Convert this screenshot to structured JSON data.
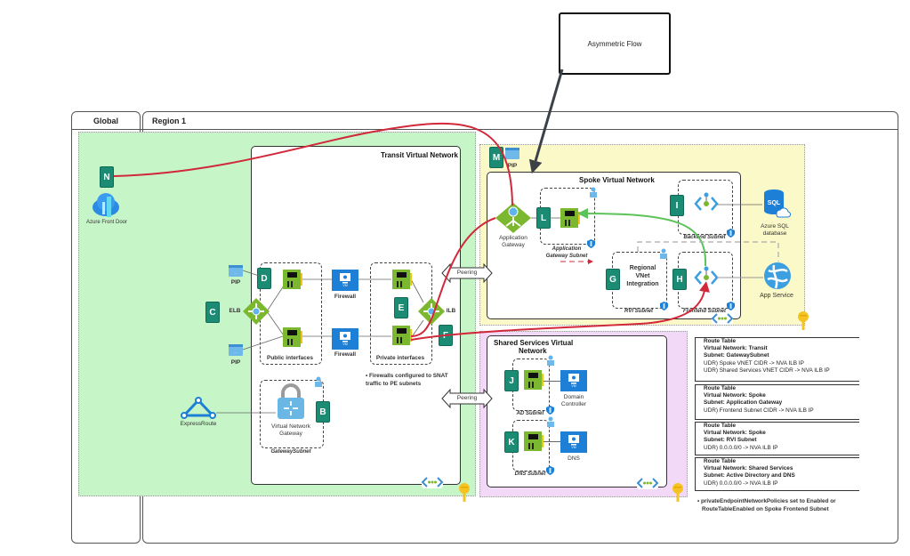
{
  "callout": {
    "text": "Asymmetric Flow"
  },
  "tabs": {
    "global": "Global",
    "region": "Region 1"
  },
  "global": {
    "front_door": {
      "badge": "N",
      "label": "Azure Front Door"
    }
  },
  "transit": {
    "title": "Transit Virtual Network",
    "pip_top": "PIP",
    "pip_bottom": "PIP",
    "elb": {
      "badge": "C",
      "label": "ELB"
    },
    "public_badge": "D",
    "public_label": "Public interfaces",
    "firewall_top": "Firewall",
    "firewall_bottom": "Firewall",
    "vm_tag": "VM",
    "private_badge": "E",
    "private_label": "Private interfaces",
    "ilb": {
      "badge": "F",
      "label": "ILB"
    },
    "note": "Firewalls configured to SNAT traffic to PE subnets",
    "expressroute": "ExpressRoute",
    "vng": {
      "badge": "B",
      "label_line1": "Virtual Network",
      "label_line2": "Gateway"
    },
    "gateway_subnet": "GatewaySubnet"
  },
  "peering": {
    "top": "Peering",
    "bottom": "Peering"
  },
  "spoke": {
    "pip": {
      "badge": "M",
      "label": "PIP"
    },
    "title": "Spoke Virtual Network",
    "appgw": {
      "label_line1": "Application",
      "label_line2": "Gateway"
    },
    "appgw_subnet": {
      "badge": "L",
      "label_line1": "Application",
      "label_line2": "Gateway Subnet"
    },
    "backend": {
      "badge": "I",
      "label": "Backend Subnet"
    },
    "sql": {
      "label_line1": "Azure SQL",
      "label_line2": "database",
      "glyph": "SQL"
    },
    "rvi": {
      "badge": "G",
      "line1": "Regional",
      "line2": "VNet",
      "line3": "Integration",
      "label": "RVI Subnet"
    },
    "frontend": {
      "badge": "H",
      "label": "Frontend Subnet"
    },
    "app_service": "App Service"
  },
  "shared": {
    "title_line1": "Shared Services Virtual",
    "title_line2": "Network",
    "ad": {
      "badge": "J",
      "vm_label_line1": "Domain",
      "vm_label_line2": "Controller",
      "subnet": "AD Subnet"
    },
    "dns": {
      "badge": "K",
      "vm_label": "DNS",
      "subnet": "DNS Subnet"
    },
    "vm_tag": "VM"
  },
  "route_tables": [
    {
      "title": "Route Table",
      "vnet": "Virtual Network: Transit",
      "subnet": "Subnet: GatewaySubnet",
      "udrs": [
        "UDR) Spoke VNET CIDR -> NVA ILB IP",
        "UDR) Shared Services VNET CIDR -> NVA ILB IP"
      ]
    },
    {
      "title": "Route Table",
      "vnet": "Virtual Network: Spoke",
      "subnet": "Subnet: Application Gateway",
      "udrs": [
        "UDR) Frontend Subnet CIDR -> NVA ILB IP"
      ]
    },
    {
      "title": "Route Table",
      "vnet": "Virtual Network: Spoke",
      "subnet": "Subnet: RVI Subnet",
      "udrs": [
        "UDR) 0.0.0.0/0 -> NVA ILB IP"
      ]
    },
    {
      "title": "Route Table",
      "vnet": "Virtual Network: Shared Services",
      "subnet": "Subnet: Active Directory and DNS",
      "udrs": [
        "UDR) 0.0.0.0/0 -> NVA ILB IP"
      ]
    }
  ],
  "policy_note": {
    "line1": "privateEndpointNetworkPolicies set to Enabled or",
    "line2": "RouteTableEnabled on Spoke Frontend Subnet"
  },
  "colors": {
    "global_zone": "#c6f5c8",
    "spoke_zone": "#fbf9c8",
    "shared_zone": "#f2d9f7",
    "badge": "#1b8c73",
    "red_flow": "#d1283a",
    "green_flow": "#5cc35a",
    "callout_arrow": "#3c4148",
    "azure_blue": "#1e7fd6",
    "nic_green": "#7cb82f",
    "key_gold": "#f6c324"
  }
}
